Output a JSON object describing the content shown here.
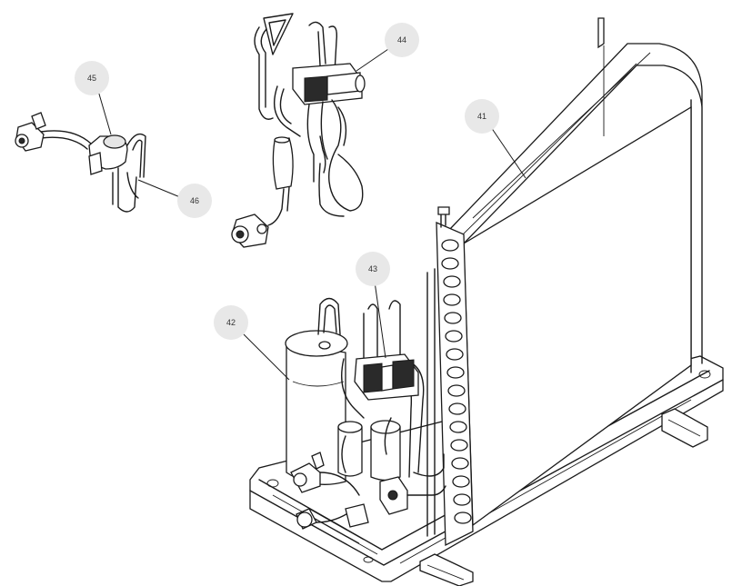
{
  "callouts": {
    "c41": "41",
    "c42": "42",
    "c43": "43",
    "c44": "44",
    "c45": "45",
    "c46": "46"
  },
  "colors": {
    "line": "#1a1a1a",
    "callout_fill": "#e8e8e8",
    "callout_text": "#333333"
  }
}
